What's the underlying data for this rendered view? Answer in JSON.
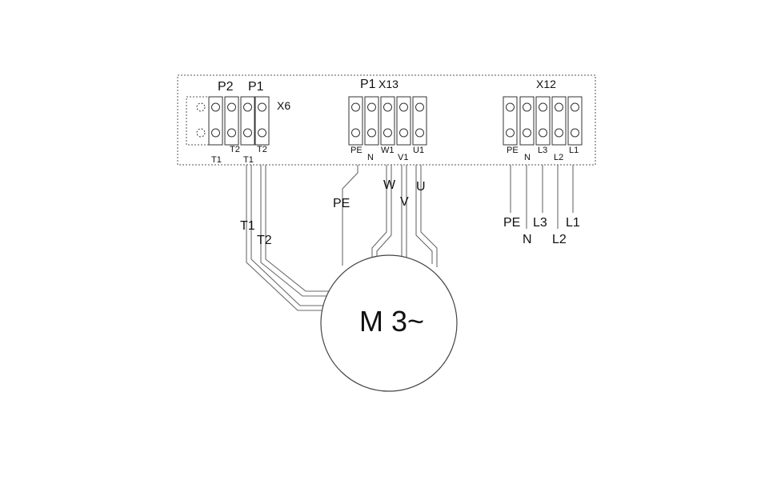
{
  "board": {
    "x6": {
      "name": "X6",
      "p2": "P2",
      "p1": "P1",
      "t2a": "T2",
      "t2b": "T2",
      "t1a": "T1",
      "t1b": "T1"
    },
    "x13": {
      "name": "X13",
      "p1": "P1",
      "pe": "PE",
      "n": "N",
      "w1": "W1",
      "v1": "V1",
      "u1": "U1"
    },
    "x12": {
      "name": "X12",
      "pe": "PE",
      "n": "N",
      "l3": "L3",
      "l2": "L2",
      "l1": "L1"
    }
  },
  "wires": {
    "t1": "T1",
    "t2": "T2",
    "pe": "PE",
    "w": "W",
    "v": "V",
    "u": "U",
    "supply_pe": "PE",
    "supply_n": "N",
    "supply_l3": "L3",
    "supply_l2": "L2",
    "supply_l1": "L1"
  },
  "motor": {
    "label": "M 3~"
  }
}
